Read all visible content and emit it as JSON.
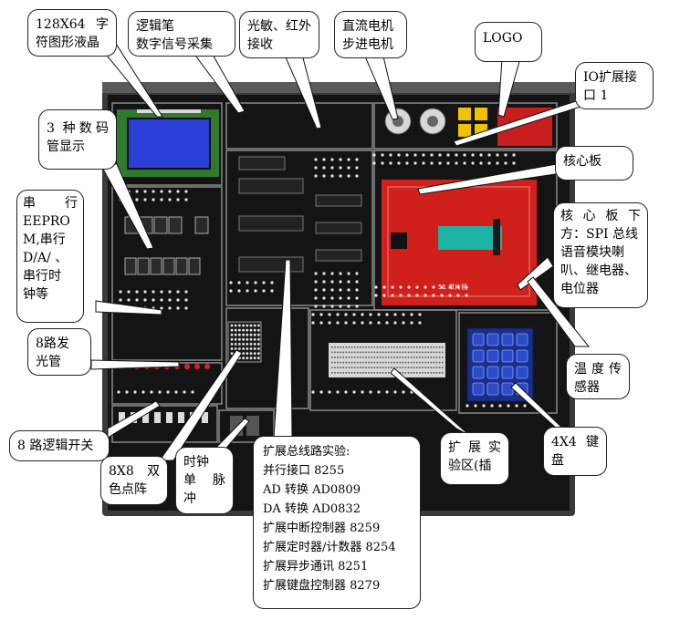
{
  "callouts": {
    "lcd": {
      "line1": "128X64 字",
      "line2": "符图形液晶"
    },
    "logic_pen": {
      "line1": "逻辑笔",
      "line2": "数字信号采集"
    },
    "light_ir": {
      "line1": "光敏、红外",
      "line2": "接收"
    },
    "motor": {
      "line1": "直流电机",
      "line2": "步进电机"
    },
    "logo": {
      "line1": "LOGO"
    },
    "io_expand": {
      "line1": "IO扩展接",
      "line2": "口 1"
    },
    "digit_display": {
      "line1": "3 种数码",
      "line2": "管显示"
    },
    "core_board": {
      "line1": "核心板"
    },
    "serial": {
      "line1": "串 行",
      "line2": "EEPRO",
      "line3": "M,串行",
      "line4": "D/A/ 、",
      "line5": "串行时",
      "line6": "钟等"
    },
    "below_core": {
      "line1": "核 心 板 下",
      "line2": "方：SPI 总线",
      "line3": "语音模块喇",
      "line4": "叭、继电器、",
      "line5": "电位器"
    },
    "led8": {
      "line1": "8路发",
      "line2": "光管"
    },
    "temp": {
      "line1": "温 度 传",
      "line2": "感器"
    },
    "switch8": {
      "line1": "8 路逻辑开关"
    },
    "dotmatrix": {
      "line1": "8X8 双",
      "line2": "色点阵"
    },
    "clock": {
      "line1": "时钟",
      "line2": "单 脉",
      "line3": "冲"
    },
    "bus": {
      "line1": "扩展总线路实验:",
      "line2": "并行接口 8255",
      "line3": "AD 转换 AD0809",
      "line4": "DA 转换 AD0832",
      "line5": "扩展中断控制器 8259",
      "line6": "扩展定时器/计数器 8254",
      "line7": "扩展异步通讯 8251",
      "line8": "扩展键盘控制器 8279"
    },
    "expand_area": {
      "line1": "扩 展 实",
      "line2": "验区(插"
    },
    "keypad": {
      "line1": "4X4 键",
      "line2": "盘"
    }
  },
  "board": {
    "core_label": "51 单片机"
  },
  "colors": {
    "board_bg": "#141414",
    "board_frame": "#3a3a3a",
    "lcd_bezel": "#2f7a2f",
    "lcd_screen": "#2a3fd6",
    "core_pcb": "#d0201c",
    "zif_socket": "#1fb3a6",
    "logo_red": "#c81e1e",
    "logo_yellow": "#f2c200",
    "led_red": "#e02020",
    "keypad_blue": "#1b2f8a",
    "pin_white": "#e6e6e6"
  }
}
